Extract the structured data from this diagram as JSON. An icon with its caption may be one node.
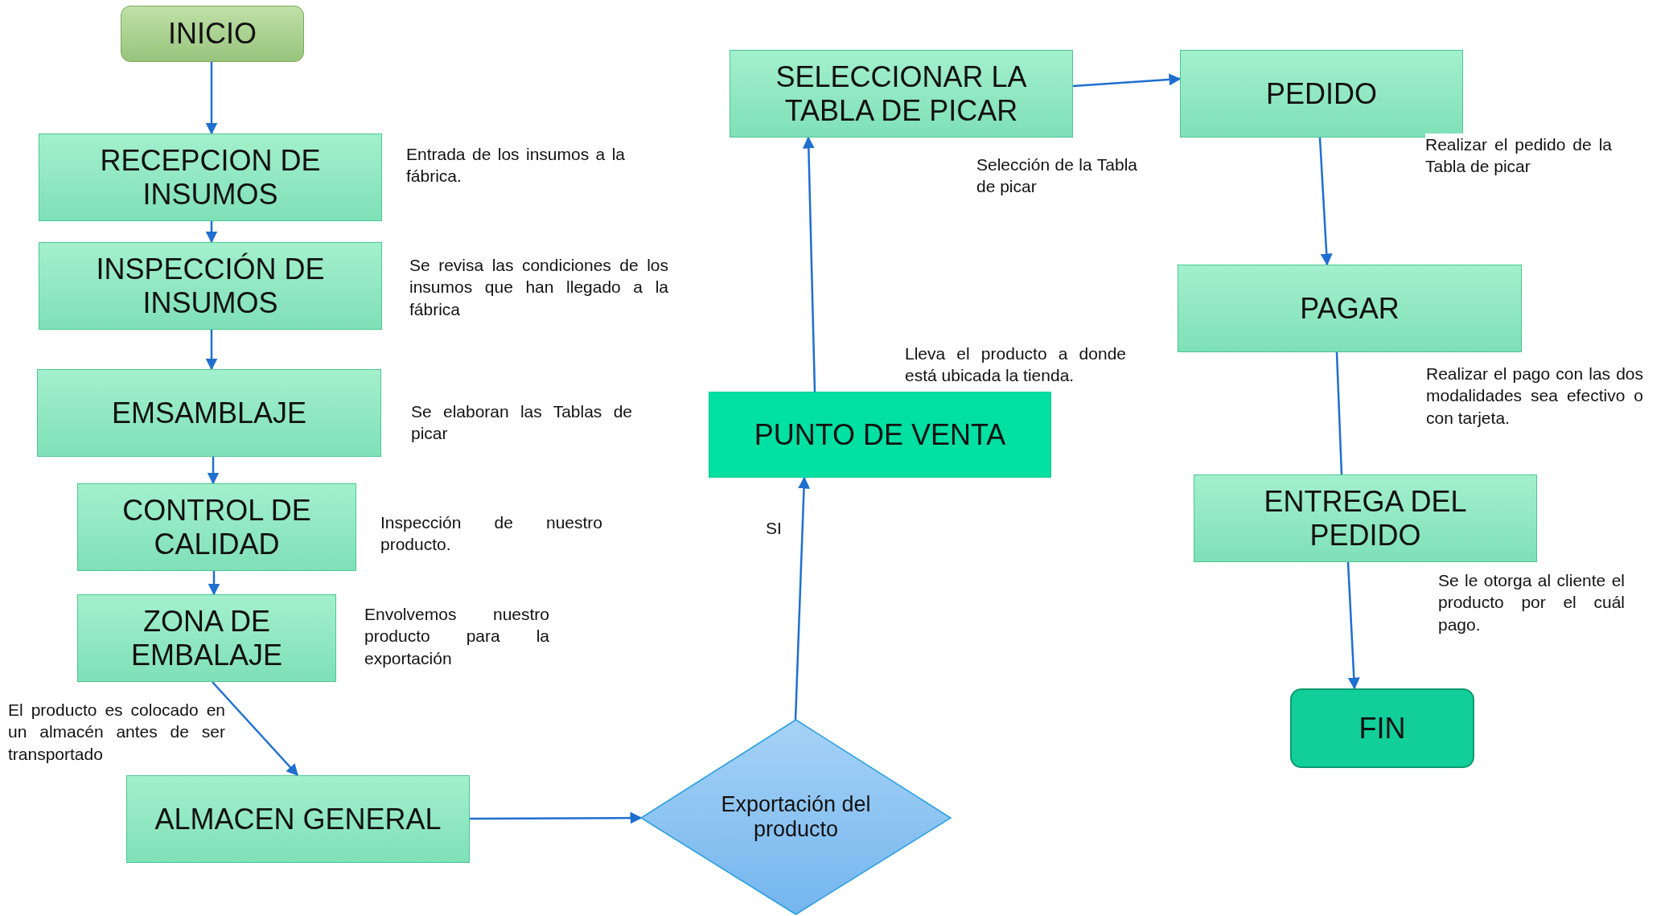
{
  "diagram": {
    "nodes": [
      {
        "text": [
          "INICIO"
        ]
      },
      {
        "text": [
          "RECEPCION DE INSUMOS"
        ],
        "beside": [
          "Entrada de los insumos a la fábrica."
        ]
      },
      {
        "text": [
          "INSPECCIÓN DE INSUMOS"
        ],
        "beside": [
          "Se revisa las condiciones de los insumos que han llegado a la fábrica"
        ]
      },
      {
        "text": [
          "EMSAMBLAJE"
        ],
        "beside": [
          "Se elaboran las Tablas de picar"
        ]
      },
      {
        "text": [
          "CONTROL DE CALIDAD"
        ],
        "beside": [
          "Inspección de nuestro producto."
        ]
      },
      {
        "text": [
          "ZONA DE EMBALAJE"
        ],
        "beside": [
          "Envolvemos nuestro producto para la exportación"
        ]
      },
      {
        "text": [
          "ALMACEN GENERAL"
        ],
        "beside": [
          "El producto es colocado en un almacén antes de ser transportado"
        ]
      },
      {
        "text": [
          "Exportación del producto"
        ]
      },
      {
        "text": [
          "PUNTO DE VENTA"
        ],
        "beside": [
          "Lleva el producto a donde está ubicada la tienda."
        ]
      },
      {
        "text": [
          "SELECCIONAR LA TABLA DE PICAR"
        ],
        "beside": [
          "Selección de la Tabla de picar"
        ]
      },
      {
        "text": [
          "PEDIDO"
        ],
        "beside": [
          "Realizar el pedido de la Tabla de picar"
        ]
      },
      {
        "text": [
          "PAGAR"
        ],
        "beside": [
          "Realizar el pago con las dos modalidades sea efectivo o con tarjeta."
        ]
      },
      {
        "text": [
          "ENTREGA DEL PEDIDO"
        ],
        "beside": [
          "Se le otorga al cliente el producto por el cuál pago."
        ]
      },
      {
        "text": [
          "FIN"
        ]
      }
    ],
    "edges": [
      {
        "from": 0,
        "to": 1,
        "arrow": "to"
      },
      {
        "from": 1,
        "to": 2,
        "arrow": "to"
      },
      {
        "from": 2,
        "to": 3,
        "arrow": "to"
      },
      {
        "from": 3,
        "to": 4,
        "arrow": "to"
      },
      {
        "from": 4,
        "to": 5,
        "arrow": "to"
      },
      {
        "from": 5,
        "to": 6,
        "arrow": "to"
      },
      {
        "from": 6,
        "to": 7,
        "arrow": "to"
      },
      {
        "from": 7,
        "to": 8,
        "arrow": "to",
        "label": "SI"
      },
      {
        "from": 8,
        "to": 9,
        "arrow": "to"
      },
      {
        "from": 9,
        "to": 10,
        "arrow": "to"
      },
      {
        "from": 10,
        "to": 11,
        "arrow": "to"
      },
      {
        "from": 11,
        "to": 12,
        "arrow": "none"
      },
      {
        "from": 12,
        "to": 13,
        "arrow": "to"
      }
    ]
  }
}
